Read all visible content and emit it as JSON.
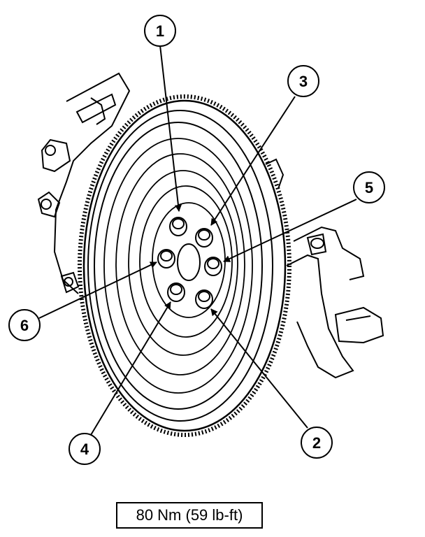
{
  "diagram": {
    "callouts": [
      "1",
      "2",
      "3",
      "4",
      "5",
      "6"
    ],
    "torque_spec": "80 Nm (59 lb-ft)"
  },
  "colors": {
    "ink": "#000000",
    "paper": "#ffffff"
  }
}
